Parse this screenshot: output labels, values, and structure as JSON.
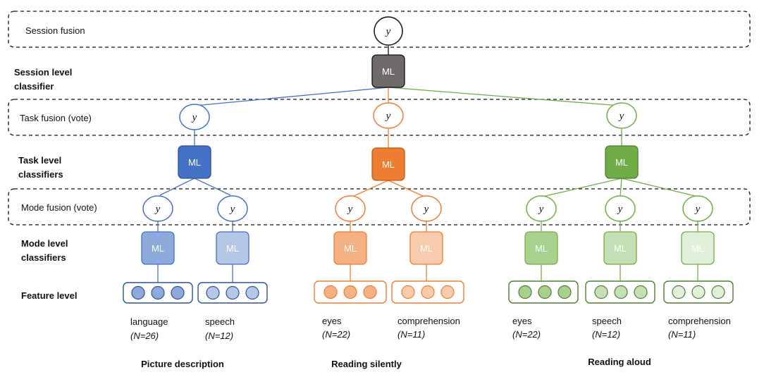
{
  "colors": {
    "session": "#6e6a6a",
    "blue": "#4472c4",
    "orange": "#ed7d31",
    "green": "#70ad47",
    "border": "#111111"
  },
  "level_labels": {
    "session_classifier": [
      "Session level",
      "classifier"
    ],
    "task_classifiers": [
      "Task level",
      "classifiers"
    ],
    "mode_classifiers": [
      "Mode level",
      "classifiers"
    ],
    "feature_level": "Feature level"
  },
  "fusion_bands": {
    "session": "Session fusion",
    "task": "Task fusion (vote)",
    "mode": "Mode fusion (vote)"
  },
  "output_symbol": "y",
  "classifier_label": "ML",
  "groups": [
    {
      "name": "Picture description",
      "color_key": "blue",
      "modes": [
        {
          "label": "language",
          "n_prefix": "(",
          "n_text": "N=26",
          "n_suffix": ")"
        },
        {
          "label": "speech",
          "n_prefix": "(",
          "n_text": "N=12",
          "n_suffix": ")"
        }
      ]
    },
    {
      "name": "Reading silently",
      "color_key": "orange",
      "modes": [
        {
          "label": "eyes",
          "n_prefix": "(",
          "n_text": "N=22",
          "n_suffix": ")"
        },
        {
          "label": "comprehension",
          "n_prefix": "(",
          "n_text": "N=11",
          "n_suffix": ")"
        }
      ]
    },
    {
      "name": "Reading aloud",
      "color_key": "green",
      "modes": [
        {
          "label": "eyes",
          "n_prefix": "(",
          "n_text": "N=22",
          "n_suffix": ")"
        },
        {
          "label": "speech",
          "n_prefix": "(",
          "n_text": "N=12",
          "n_suffix": ")"
        },
        {
          "label": "comprehension",
          "n_prefix": "(",
          "n_text": "N=11",
          "n_suffix": ")"
        }
      ]
    }
  ]
}
